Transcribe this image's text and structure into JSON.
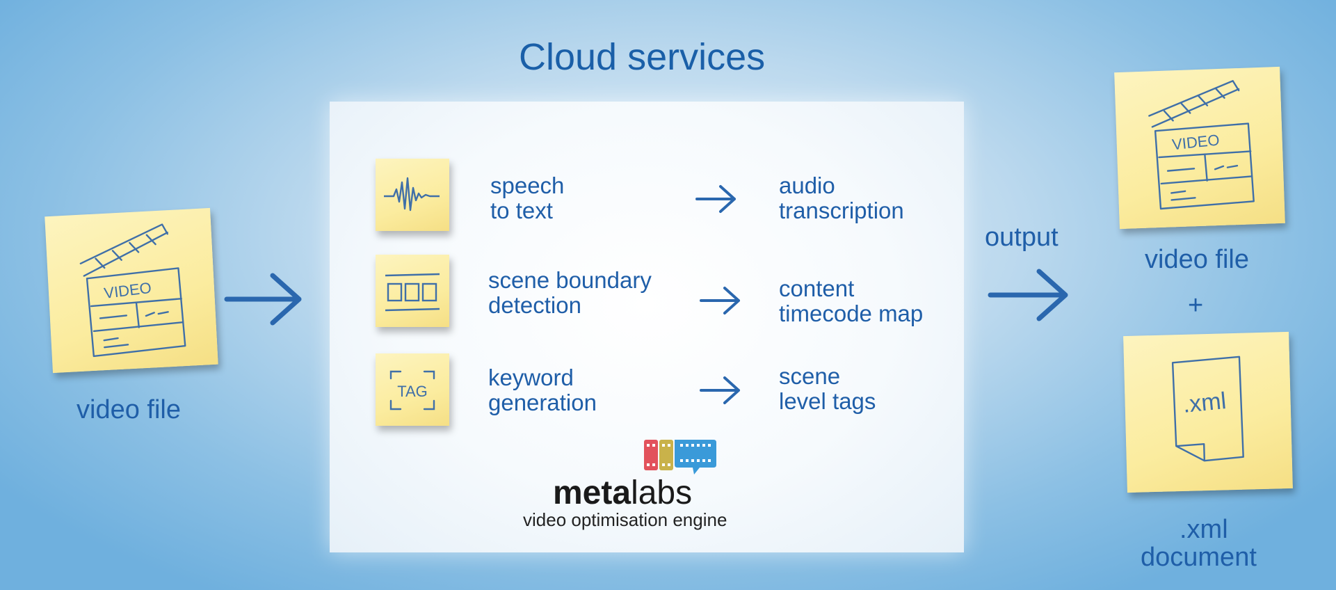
{
  "title": "Cloud services",
  "input": {
    "label": "video file",
    "note_text": "VIDEO"
  },
  "services": [
    {
      "name_line1": "speech",
      "name_line2": "to text",
      "result_line1": "audio",
      "result_line2": "transcription",
      "icon": "waveform-icon"
    },
    {
      "name_line1": "scene boundary",
      "name_line2": "detection",
      "result_line1": "content",
      "result_line2": "timecode map",
      "icon": "scene-frames-icon"
    },
    {
      "name_line1": "keyword",
      "name_line2": "generation",
      "result_line1": "scene",
      "result_line2": "level tags",
      "icon": "tag-icon",
      "icon_text": "TAG"
    }
  ],
  "logo": {
    "word_bold": "meta",
    "word_light": "labs",
    "tagline": "video optimisation engine"
  },
  "output": {
    "label": "output",
    "video_label": "video file",
    "video_note_text": "VIDEO",
    "plus": "+",
    "xml_line1": ".xml",
    "xml_line2": "document",
    "xml_note_text": ".xml"
  },
  "colors": {
    "text": "#1f5ea8",
    "note": "#fbec9f",
    "logo_red": "#e2525c",
    "logo_olive": "#c9b24a",
    "logo_blue": "#3a9ad9"
  }
}
